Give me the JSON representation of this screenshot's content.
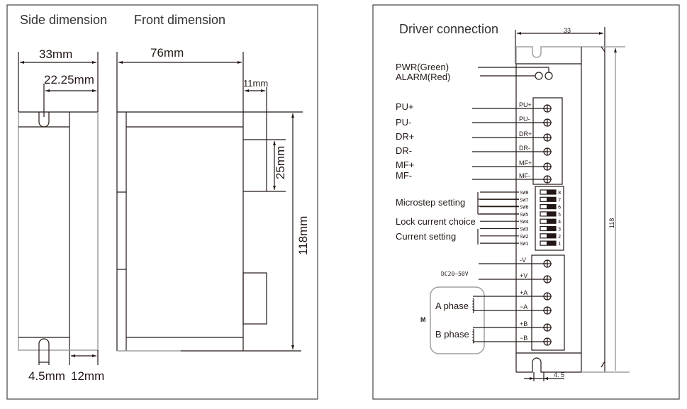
{
  "left_panel": {
    "title_side": "Side dimension",
    "title_front": "Front dimension",
    "dims": {
      "width_33": "33mm",
      "width_22": "22.25mm",
      "length_76": "76mm",
      "offset_11": "11mm",
      "height_25": "25mm",
      "height_118": "118mm",
      "slot_45": "4.5mm",
      "depth_12": "12mm"
    }
  },
  "right_panel": {
    "title": "Driver connection",
    "dim_width": "33",
    "dim_height": "118",
    "dim_slot": "4. 5",
    "leds": {
      "pwr": "PWR(Green)",
      "alarm": "ALARM(Red)"
    },
    "signal_labels": [
      "PU+",
      "PU-",
      "DR+",
      "DR-",
      "MF+",
      "MF-"
    ],
    "terminal_labels": [
      "PU+",
      "PU-",
      "DR+",
      "DR-",
      "MF+",
      "MF-"
    ],
    "switch_groups": {
      "microstep": "Microstep setting",
      "lock": "Lock current choice",
      "current": "Current setting"
    },
    "switches": [
      {
        "label": "SW8",
        "num": "8"
      },
      {
        "label": "SW7",
        "num": "7"
      },
      {
        "label": "SW6",
        "num": "6"
      },
      {
        "label": "SW5",
        "num": "5"
      },
      {
        "label": "SW4",
        "num": "4"
      },
      {
        "label": "SW3",
        "num": "3"
      },
      {
        "label": "SW2",
        "num": "2"
      },
      {
        "label": "SW1",
        "num": "1"
      }
    ],
    "power": {
      "label": "DC20~50V",
      "terminals": [
        "-V",
        "+V"
      ]
    },
    "motor": {
      "label": "M",
      "phase_a": "A phase",
      "phase_b": "B phase",
      "terminals": [
        "+A",
        "−A",
        "+B",
        "−B"
      ]
    }
  }
}
